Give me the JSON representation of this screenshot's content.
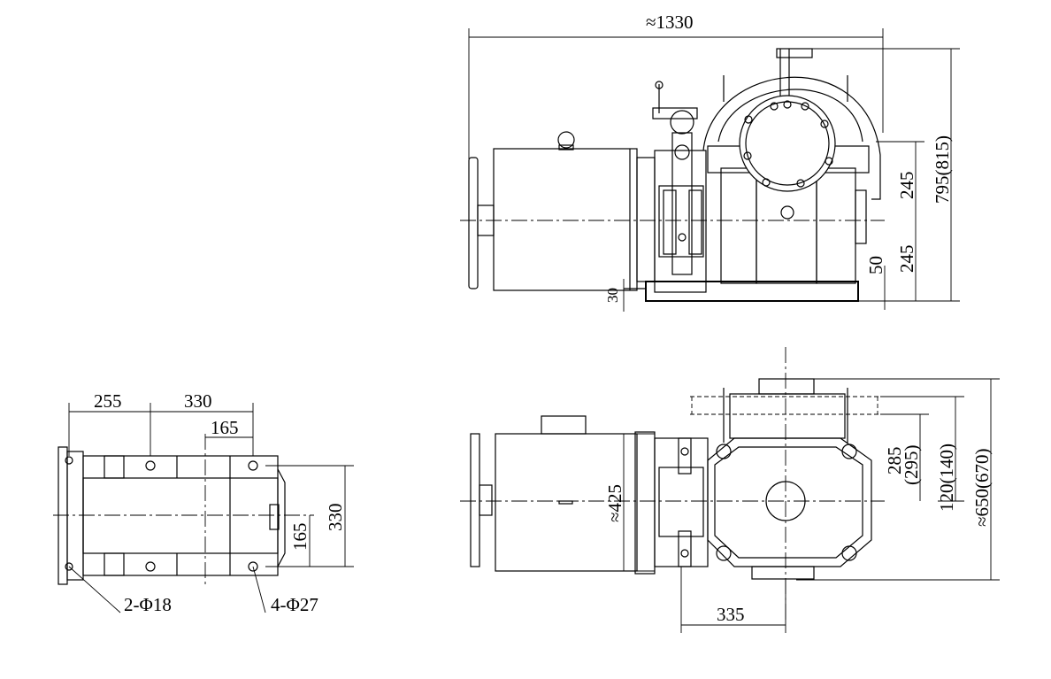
{
  "dimensions": {
    "overall_length": "≈1330",
    "height_top": "245",
    "height_bottom": "245",
    "overall_height": "795(815)",
    "base_offset": "50",
    "foot_gap": "30",
    "base_spacing_a": "255",
    "base_spacing_b": "330",
    "base_half": "165",
    "base_width": "330",
    "base_width_half": "165",
    "hole_small": "2-Φ18",
    "hole_large": "4-Φ27",
    "motor_diameter": "≈425",
    "shaft_offset_a": "285",
    "shaft_offset_a_alt": "(295)",
    "shaft_offset_b": "120(140)",
    "overall_depth": "≈650(670)",
    "gear_spacing": "335"
  }
}
